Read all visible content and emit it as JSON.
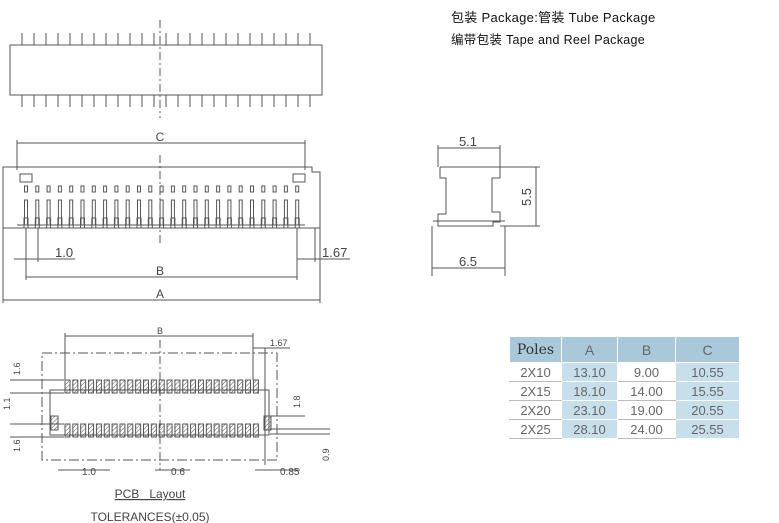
{
  "header": {
    "line1": "包装 Package:管装 Tube Package",
    "line2": "编带包装 Tape and Reel Package"
  },
  "front_view": {
    "dim_c": "C",
    "dim_pitch": "1.0",
    "dim_offset": "1.67",
    "dim_b": "B",
    "dim_a": "A"
  },
  "side_view": {
    "dim_width": "5.1",
    "dim_height": "5.5",
    "dim_base": "6.5"
  },
  "pcb_layout": {
    "dim_b": "B",
    "dim_offset_top": "1.67",
    "dim_row_top": "1.6",
    "dim_gap": "1.1",
    "dim_row_bottom": "1.6",
    "dim_tab": "1.8",
    "dim_tab_w": "0.9",
    "dim_pitch": "1.0",
    "dim_pad": "0.6",
    "dim_tab_x": "0.85",
    "title": "PCB   Layout",
    "tolerance": "TOLERANCES(±0.05)"
  },
  "table": {
    "headers": [
      "Poles",
      "A",
      "B",
      "C"
    ],
    "rows": [
      [
        "2X10",
        "13.10",
        "9.00",
        "10.55"
      ],
      [
        "2X15",
        "18.10",
        "14.00",
        "15.55"
      ],
      [
        "2X20",
        "23.10",
        "19.00",
        "20.55"
      ],
      [
        "2X25",
        "28.10",
        "24.00",
        "25.55"
      ]
    ]
  },
  "colors": {
    "header_bg": "#a9c9da",
    "cell_blue": "#c7dfea",
    "line": "#555555"
  }
}
